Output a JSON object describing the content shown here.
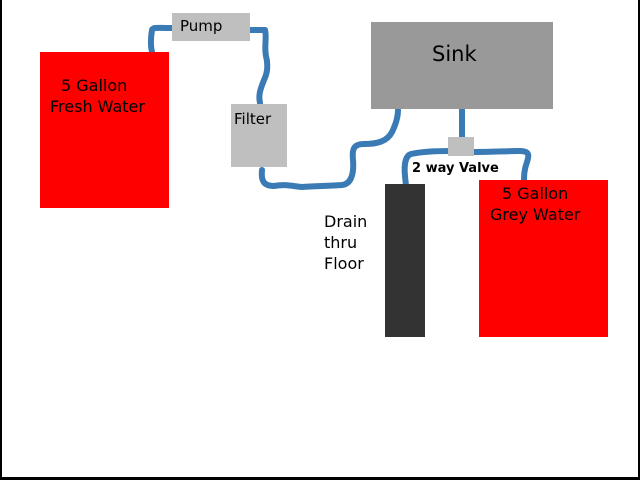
{
  "diagram": {
    "colors": {
      "tank": "#ff0000",
      "component": "#bfbfbf",
      "sink": "#999999",
      "drain": "#333333",
      "pipe": "#3a7ab5"
    },
    "fresh_tank": {
      "line1": "5 Gallon",
      "line2": "Fresh Water"
    },
    "pump": {
      "label": "Pump"
    },
    "filter": {
      "label": "Filter"
    },
    "sink": {
      "label": "Sink"
    },
    "valve": {
      "label": "2 way Valve"
    },
    "drain": {
      "line1": "Drain",
      "line2": "thru",
      "line3": "Floor"
    },
    "grey_tank": {
      "line1": "5 Gallon",
      "line2": "Grey Water"
    }
  }
}
